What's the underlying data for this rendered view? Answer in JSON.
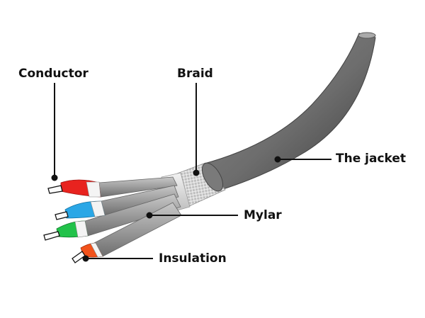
{
  "labels": {
    "conductor": "Conductor",
    "braid": "Braid",
    "jacket": "The jacket",
    "mylar": "Mylar",
    "insulation": "Insulation"
  },
  "colors": {
    "jacket": "#6b6b6b",
    "wire_insulation": "#9a9a9a",
    "mylar": "#d9d9d9",
    "braid": "#c4c4c4",
    "red": "#e8231f",
    "blue": "#2aa7e6",
    "green": "#22c24a",
    "orange": "#f2521b",
    "leader": "#111111"
  }
}
